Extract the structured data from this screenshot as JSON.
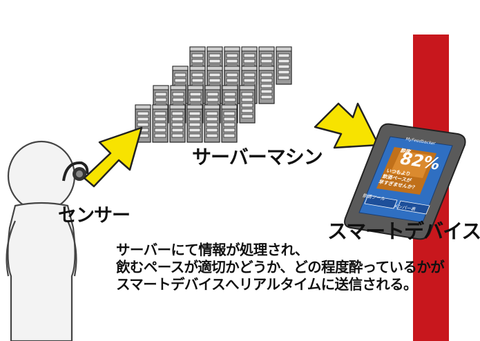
{
  "labels": {
    "sensor": "センサー",
    "server": "サーバーマシン",
    "device": "スマートデバイス"
  },
  "caption": [
    "サーバーにて情報が処理され、",
    "飲むペースが適切かどうか、どの程度酔っているかが",
    "スマートデバイスへリアルタイムに送信される。"
  ],
  "phone": {
    "app_title": "MyFeedbacker",
    "percent_caption": "酔度",
    "percent": "82%",
    "message_line1": "いつもより",
    "message_line2": "飲酒ペースが",
    "message_line3": "早すぎませんか？",
    "button_left": "飲酒ツール",
    "button_right": "メンバー表"
  },
  "colors": {
    "arrow_fill": "#f7e300",
    "red_bar": "#c8171d",
    "phone_screen": "#2f6fc2",
    "phone_body": "#5a5a5a"
  }
}
